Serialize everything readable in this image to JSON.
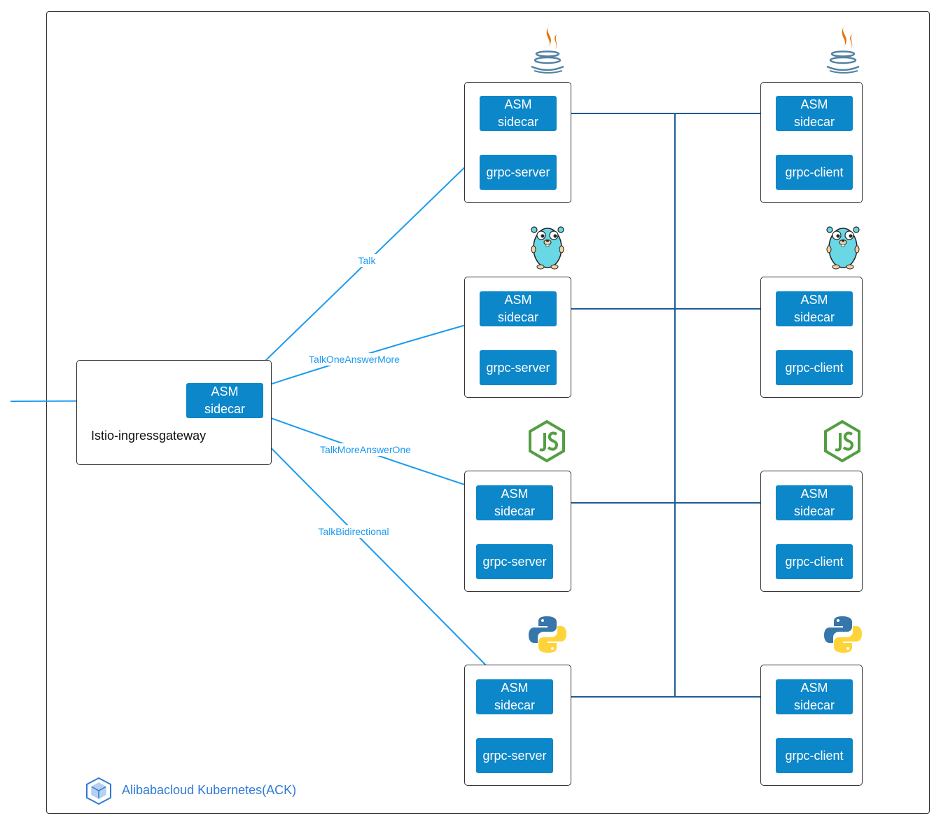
{
  "cluster": {
    "label": "Alibabacloud Kubernetes(ACK)",
    "icon": "kubernetes-cube-icon"
  },
  "gateway": {
    "name": "Istio-ingressgateway",
    "sidecar_line1": "ASM",
    "sidecar_line2": "sidecar"
  },
  "edges": {
    "talk": "Talk",
    "talk_one_answer_more": "TalkOneAnswerMore",
    "talk_more_answer_one": "TalkMoreAnswerOne",
    "talk_bidirectional": "TalkBidirectional"
  },
  "rows": [
    {
      "language_icon": "java-icon",
      "server_sidecar_1": "ASM",
      "server_sidecar_2": "sidecar",
      "server": "grpc-server",
      "client_sidecar_1": "ASM",
      "client_sidecar_2": "sidecar",
      "client": "grpc-client"
    },
    {
      "language_icon": "go-gopher-icon",
      "server_sidecar_1": "ASM",
      "server_sidecar_2": "sidecar",
      "server": "grpc-server",
      "client_sidecar_1": "ASM",
      "client_sidecar_2": "sidecar",
      "client": "grpc-client"
    },
    {
      "language_icon": "nodejs-icon",
      "server_sidecar_1": "ASM",
      "server_sidecar_2": "sidecar",
      "server": "grpc-server",
      "client_sidecar_1": "ASM",
      "client_sidecar_2": "sidecar",
      "client": "grpc-client"
    },
    {
      "language_icon": "python-icon",
      "server_sidecar_1": "ASM",
      "server_sidecar_2": "sidecar",
      "server": "grpc-server",
      "client_sidecar_1": "ASM",
      "client_sidecar_2": "sidecar",
      "client": "grpc-client"
    }
  ],
  "colors": {
    "box": "#0c87c9",
    "edge": "#1a9af0",
    "client_edge": "#1f5b96",
    "ack": "#2e7ad6"
  }
}
